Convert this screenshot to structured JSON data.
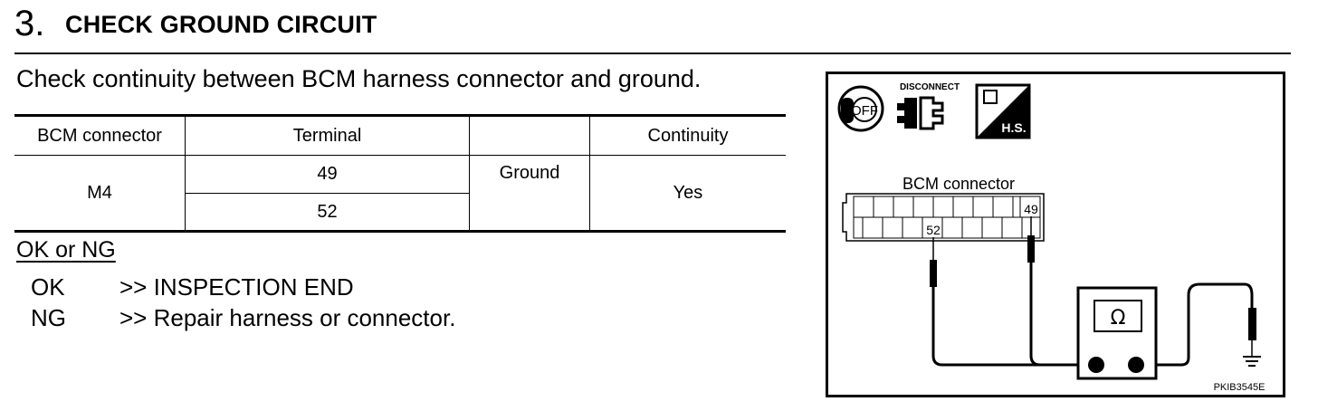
{
  "step": {
    "number": "3.",
    "title": "CHECK GROUND CIRCUIT"
  },
  "instruction": "Check continuity between BCM harness connector and ground.",
  "table": {
    "headers": [
      "BCM connector",
      "Terminal",
      "",
      "Continuity"
    ],
    "connector": "M4",
    "terminals": [
      "49",
      "52"
    ],
    "ground": "Ground",
    "continuity": "Yes"
  },
  "result": {
    "title": "OK or NG",
    "ok_key": "OK",
    "ok_text": ">> INSPECTION END",
    "ng_key": "NG",
    "ng_text": ">> Repair harness or connector."
  },
  "diagram": {
    "disconnect_label": "DISCONNECT",
    "off_label": "OFF",
    "hs_label": "H.S.",
    "connector_label": "BCM connector",
    "pin_a": "49",
    "pin_b": "52",
    "ohm_symbol": "Ω",
    "figure_code": "PKIB3545E"
  }
}
